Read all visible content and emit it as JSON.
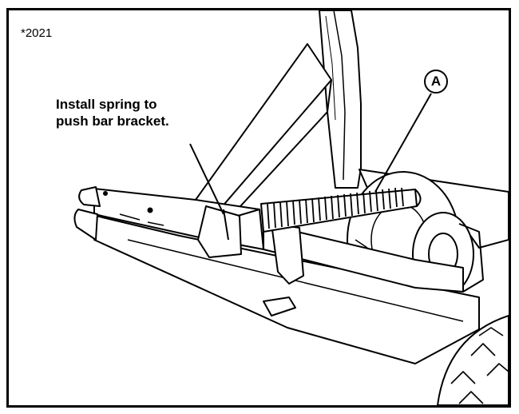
{
  "figure": {
    "number": "*2021",
    "instruction": [
      "Install spring to",
      "push bar bracket."
    ],
    "callout": "A"
  }
}
